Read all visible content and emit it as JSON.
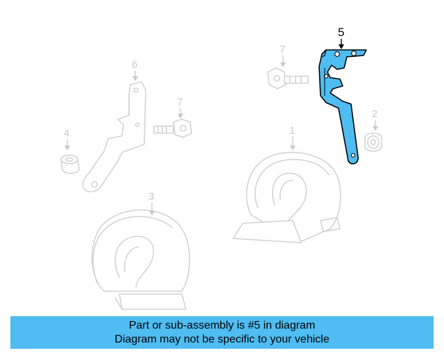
{
  "diagram": {
    "callouts": [
      {
        "label": "1"
      },
      {
        "label": "2"
      },
      {
        "label": "3"
      },
      {
        "label": "4"
      },
      {
        "label": "5"
      },
      {
        "label": "6"
      },
      {
        "label": "7"
      },
      {
        "label": "7"
      }
    ],
    "highlight_part": "5",
    "colors": {
      "highlight": "#4fbcf2",
      "ghost_line": "#d2d2d2",
      "banner": "#4fbcf2"
    }
  },
  "banner": {
    "line1": "Part or sub-assembly is #5 in diagram",
    "line2": "Diagram may not be specific to your vehicle"
  }
}
